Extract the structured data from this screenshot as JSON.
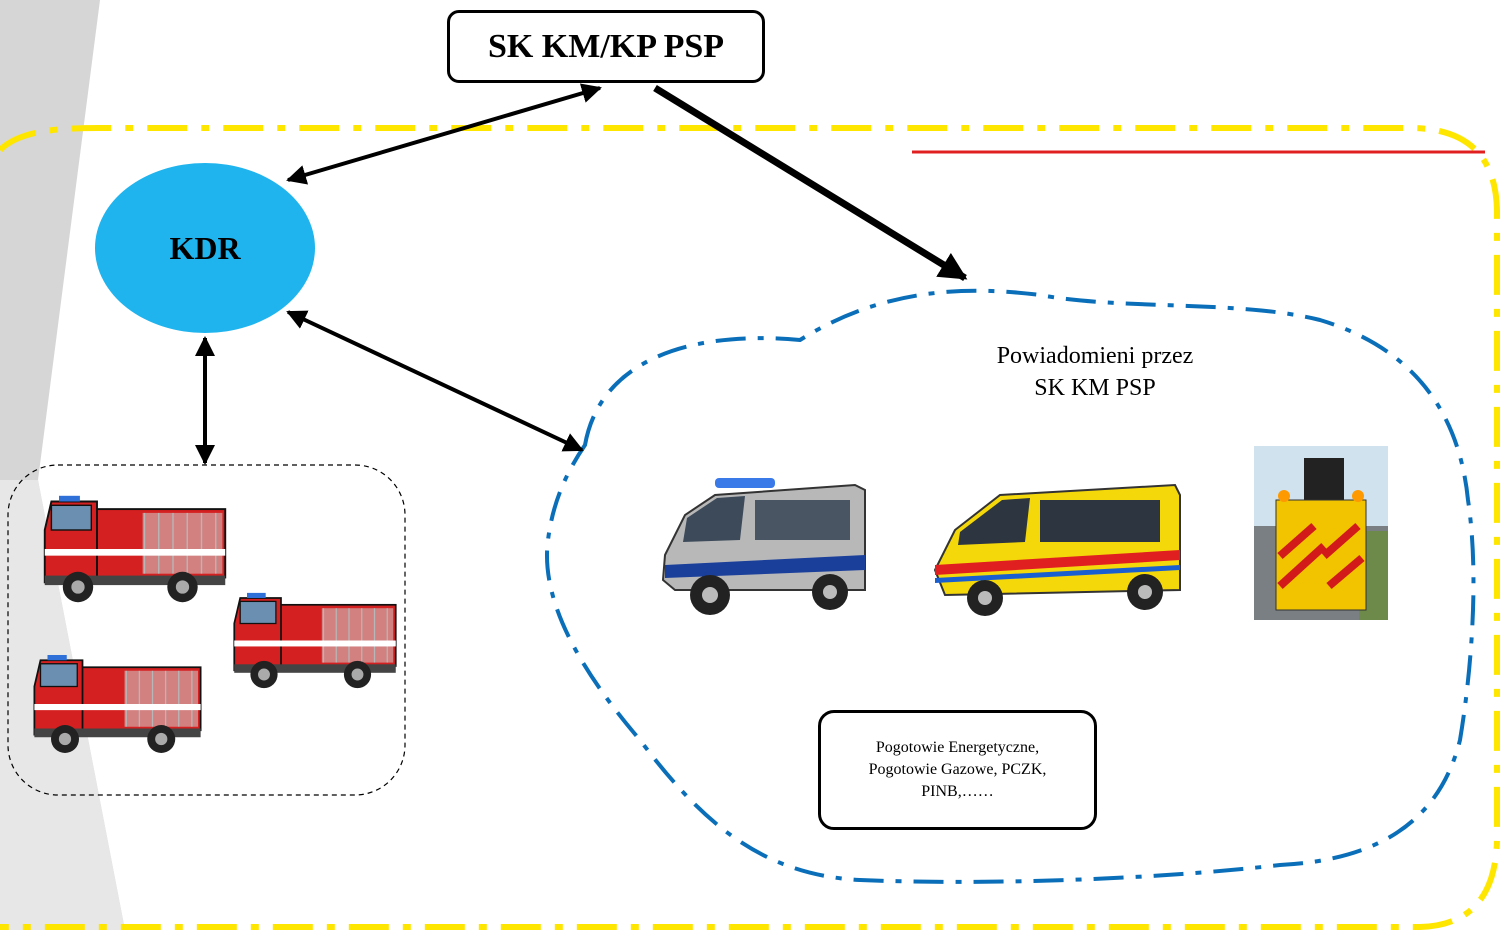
{
  "nodes": {
    "top_box": {
      "label": "SK KM/KP PSP"
    },
    "kdr": {
      "label": "KDR"
    },
    "notified_text": {
      "line1": "Powiadomieni przez",
      "line2": "SK KM PSP"
    },
    "services_box": {
      "line1": "Pogotowie Energetyczne,",
      "line2": "Pogotowie Gazowe, PCZK,",
      "line3": "PINB,……"
    }
  },
  "icons": {
    "fire_trucks": [
      "fire-truck-icon",
      "fire-truck-icon",
      "fire-truck-icon"
    ],
    "vehicles": [
      "police-van-icon",
      "ambulance-icon",
      "road-service-vehicle-icon"
    ]
  },
  "colors": {
    "kdr_fill": "#1fb4ee",
    "zone_dash": "#ffe600",
    "notified_dash": "#0a6fb8",
    "accent_line": "#e02020",
    "background_band": "#d0d0d0"
  }
}
